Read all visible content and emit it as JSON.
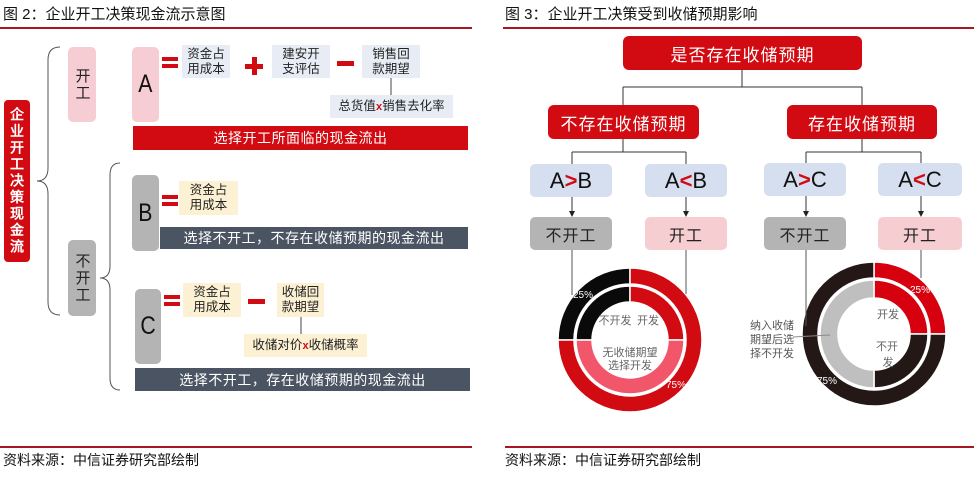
{
  "figure2": {
    "title": "图 2：企业开工决策现金流示意图",
    "root_label": "企业开工决策现金流",
    "branch_start": "开工",
    "branch_no_start": "不开工",
    "equations": [
      {
        "letter": "A",
        "equals": "=",
        "terms": [
          {
            "lines": [
              "资金占",
              "用成本"
            ]
          },
          {
            "op": "+",
            "lines": [
              "建安开",
              "支评估"
            ]
          },
          {
            "op": "−",
            "lines": [
              "销售回",
              "款期望"
            ]
          }
        ],
        "sub_formula": {
          "left": "总货值",
          "op": "x",
          "right": "销售去化率"
        },
        "outflow_label": "选择开工所面临的现金流出"
      },
      {
        "letter": "B",
        "equals": "=",
        "terms": [
          {
            "lines": [
              "资金占",
              "用成本"
            ]
          }
        ],
        "outflow_label": "选择不开工，不存在收储预期的现金流出"
      },
      {
        "letter": "C",
        "equals": "=",
        "terms": [
          {
            "lines": [
              "资金占",
              "用成本"
            ]
          },
          {
            "op": "−",
            "lines": [
              "收储回",
              "款期望"
            ]
          }
        ],
        "sub_formula": {
          "left": "收储对价",
          "op": "x",
          "right": "收储概率"
        },
        "outflow_label": "选择不开工，存在收储预期的现金流出"
      }
    ],
    "source": "资料来源：中信证券研究部绘制"
  },
  "figure3": {
    "title": "图 3：企业开工决策受到收储预期影响",
    "root": "是否存在收储预期",
    "branches": [
      {
        "label": "不存在收储预期",
        "cases": [
          {
            "left": "A",
            "op": ">",
            "right": "B",
            "decision": "不开工"
          },
          {
            "left": "A",
            "op": "<",
            "right": "B",
            "decision": "开工"
          }
        ],
        "donut": {
          "outer": [
            {
              "label": "不开发",
              "value": 25,
              "color": "#0a0a0a"
            },
            {
              "label": "开发",
              "value": 75,
              "color": "#d20a11"
            }
          ],
          "inner": [
            {
              "label": "不开发",
              "share": 25,
              "color": "#0a0a0a"
            },
            {
              "label": "开发",
              "share": 25,
              "color": "#d20a11"
            },
            {
              "label": "无收储期望选择开发",
              "share": 50,
              "color": "#f2566a"
            }
          ],
          "pct_labels": [
            "25%",
            "75%"
          ],
          "center_top": [
            "不开发",
            "开发"
          ],
          "center_bottom": [
            "无收储期望",
            "选择开发"
          ]
        }
      },
      {
        "label": "存在收储预期",
        "cases": [
          {
            "left": "A",
            "op": ">",
            "right": "C",
            "decision": "不开工"
          },
          {
            "left": "A",
            "op": "<",
            "right": "C",
            "decision": "开工"
          }
        ],
        "donut": {
          "outer": [
            {
              "label": "开发",
              "value": 25,
              "color": "#d7000f"
            },
            {
              "label": "不开发",
              "value": 75,
              "color": "#231815"
            }
          ],
          "inner": [
            {
              "label": "开发",
              "share": 25,
              "color": "#d7000f"
            },
            {
              "label": "不开发",
              "share": 25,
              "color": "#231815"
            },
            {
              "label": "纳入收储期望后选择不开发",
              "share": 50,
              "color": "#bfbfbf"
            }
          ],
          "pct_labels": [
            "25%",
            "75%"
          ],
          "center_top": [
            "开发"
          ],
          "center_bottom": [
            "不开",
            "发"
          ],
          "side_label": [
            "纳入收储",
            "期望后选",
            "择不开发"
          ]
        }
      }
    ],
    "source": "资料来源：中信证券研究部绘制"
  },
  "chart_data": [
    {
      "type": "pie",
      "title": "不存在收储预期",
      "categories": [
        "不开发",
        "开发"
      ],
      "values": [
        25,
        75
      ],
      "inner_ring": {
        "categories": [
          "不开发",
          "开发",
          "无收储期望选择开发"
        ],
        "values": [
          25,
          25,
          50
        ]
      }
    },
    {
      "type": "pie",
      "title": "存在收储预期",
      "categories": [
        "开发",
        "不开发"
      ],
      "values": [
        25,
        75
      ],
      "inner_ring": {
        "categories": [
          "开发",
          "不开发",
          "纳入收储期望后选择不开发"
        ],
        "values": [
          25,
          25,
          50
        ]
      }
    }
  ],
  "palette": {
    "brand_red": "#d20a11",
    "pink": "#f5cdd2",
    "grey": "#b4b4b4",
    "slate": "#4b5462",
    "light_blue": "#d6dfef",
    "cream": "#fdf1d4",
    "rule": "#a8161f"
  }
}
